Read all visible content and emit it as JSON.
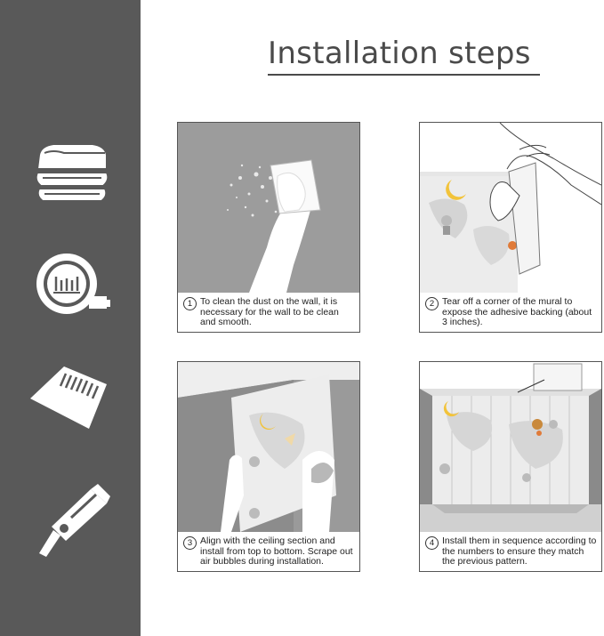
{
  "title": "Installation steps",
  "tools": [
    {
      "icon": "towels-icon"
    },
    {
      "icon": "tape-measure-icon"
    },
    {
      "icon": "scraper-icon"
    },
    {
      "icon": "utility-knife-icon"
    }
  ],
  "steps": [
    {
      "number": "1",
      "text": "To clean the dust on the wall, it is necessary for the wall to be clean and smooth."
    },
    {
      "number": "2",
      "text": "Tear off a corner of the mural to expose the adhesive backing (about 3 inches)."
    },
    {
      "number": "3",
      "text": "Align with the ceiling section and install from top to bottom. Scrape out air bubbles during installation."
    },
    {
      "number": "4",
      "text": "Install them in sequence according to the numbers to ensure they match the previous pattern."
    }
  ],
  "colors": {
    "sidebar": "#595959",
    "title": "#4a4a4a",
    "wall": "#9a9a9a"
  }
}
